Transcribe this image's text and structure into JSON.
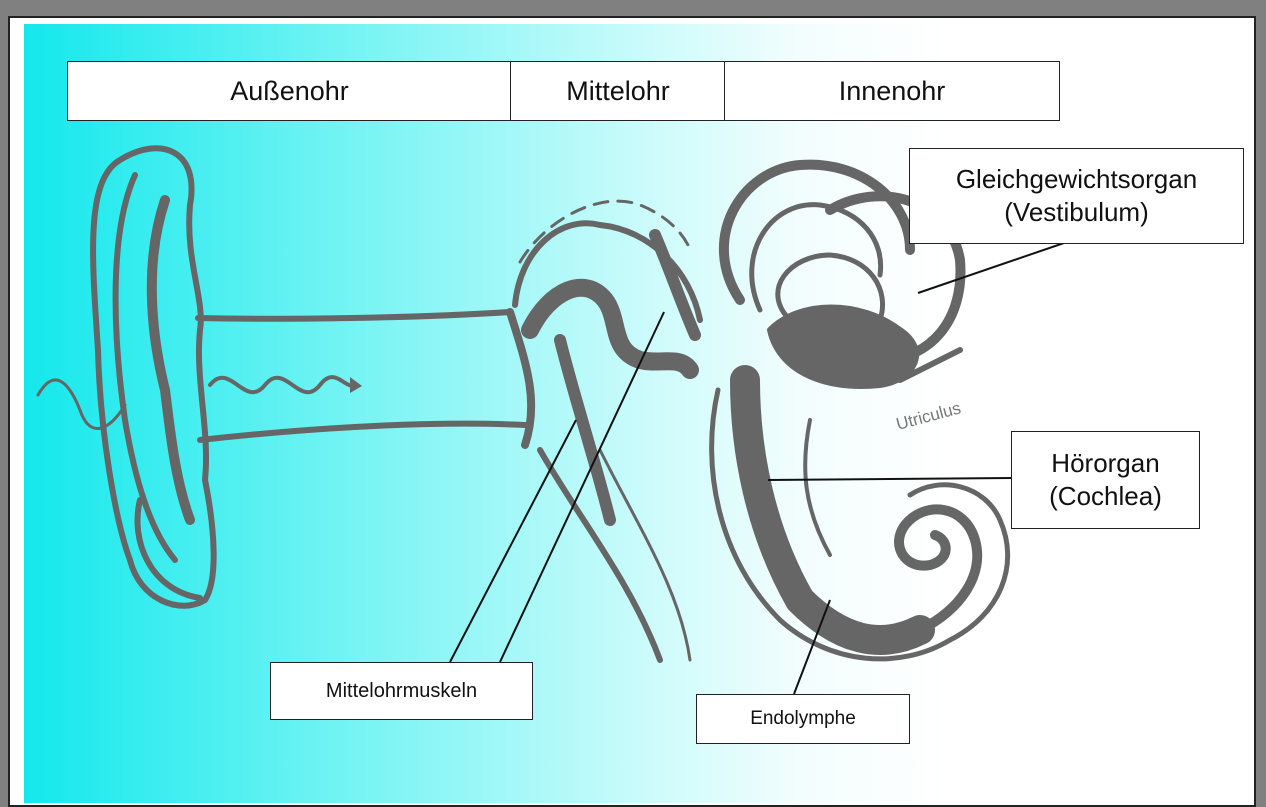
{
  "header": {
    "sections": [
      "Außenohr",
      "Mittelohr",
      "Innenohr"
    ]
  },
  "labels": {
    "vestibulum_line1": "Gleichgewichtsorgan",
    "vestibulum_line2": "(Vestibulum)",
    "cochlea_line1": "Hörorgan",
    "cochlea_line2": "(Cochlea)",
    "muscles": "Mittelohrmuskeln",
    "endolymph": "Endolymphe",
    "utriculus": "Utriculus"
  },
  "colors": {
    "line": "#666666",
    "panel_gradient_start": "#14e8ec",
    "frame": "#808080"
  }
}
